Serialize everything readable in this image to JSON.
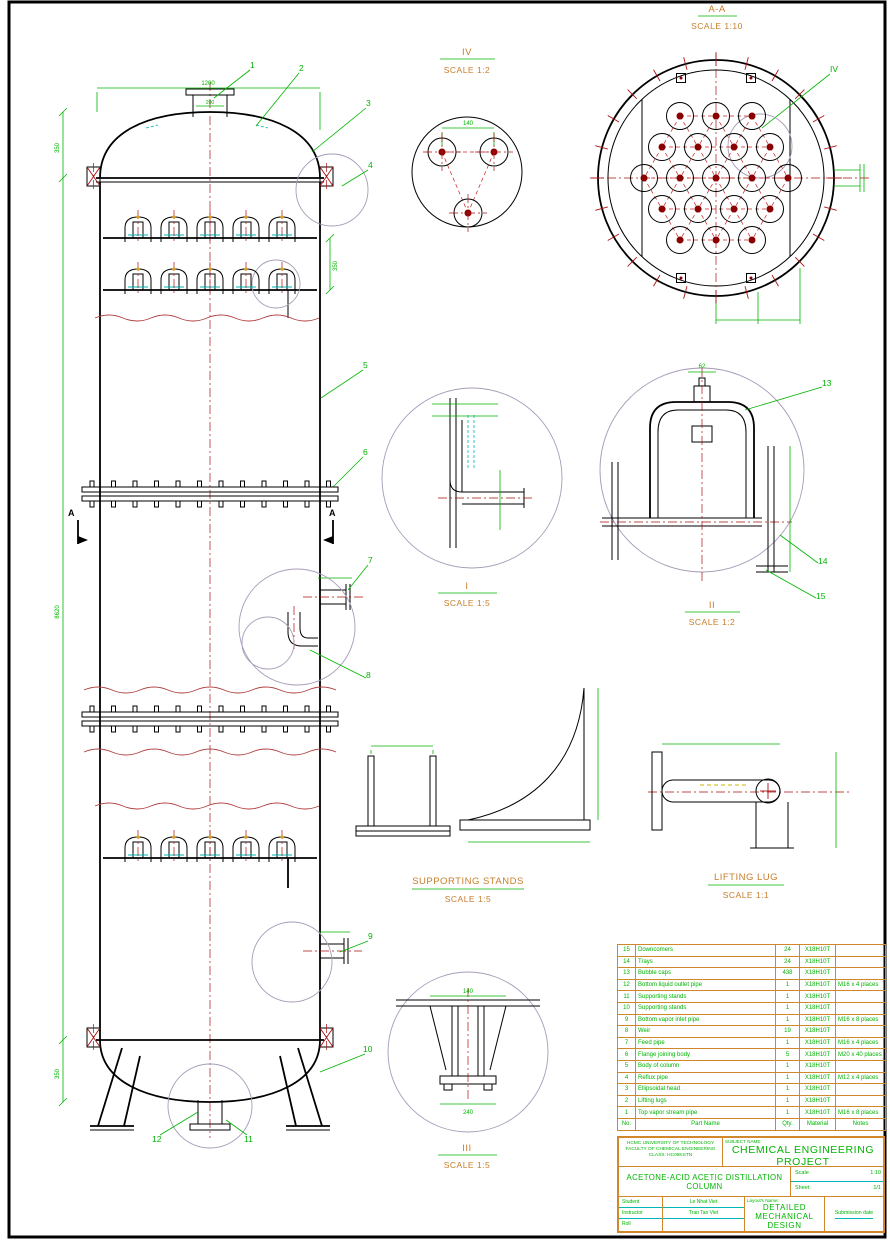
{
  "colors": {
    "dimension_green": "#00b400",
    "label_orange": "#c87d2a",
    "centerline_red": "#aa1111",
    "accent_cyan": "#00b6b6",
    "line_black": "#000000"
  },
  "views": {
    "section_aa": {
      "name": "A-A",
      "scale": "SCALE 1:10",
      "ref_label": "IV"
    },
    "detail_iv": {
      "name": "IV",
      "scale": "SCALE 1:2"
    },
    "detail_i": {
      "name": "I",
      "scale": "SCALE 1:5"
    },
    "detail_ii": {
      "name": "II",
      "scale": "SCALE 1:2"
    },
    "detail_iii": {
      "name": "III",
      "scale": "SCALE 1:5"
    },
    "supporting_stands": {
      "name": "SUPPORTING STANDS",
      "scale": "SCALE 1:5"
    },
    "lifting_lug": {
      "name": "LIFTING LUG",
      "scale": "SCALE 1:1"
    },
    "section_mark": "A"
  },
  "callouts": [
    "1",
    "2",
    "3",
    "4",
    "5",
    "6",
    "7",
    "8",
    "9",
    "10",
    "11",
    "12",
    "13",
    "14",
    "15"
  ],
  "dimensions": {
    "top_width": "1200",
    "top_nozzle": "200",
    "head_seg": "350",
    "shell_seg": "8620",
    "bottom_seg": "350",
    "tray_spacing": "350",
    "iv_pitch": "140",
    "ii_top": "62",
    "iii_top": "140",
    "iii_bottom": "240"
  },
  "parts_table": {
    "header": {
      "no": "No.",
      "name": "Part Name",
      "qty": "Qty.",
      "material": "Material",
      "notes": "Notes"
    },
    "rows": [
      {
        "no": "15",
        "name": "Downcomers",
        "qty": "24",
        "material": "X18H10T",
        "notes": ""
      },
      {
        "no": "14",
        "name": "Trays",
        "qty": "24",
        "material": "X18H10T",
        "notes": ""
      },
      {
        "no": "13",
        "name": "Bubble caps",
        "qty": "438",
        "material": "X18H10T",
        "notes": ""
      },
      {
        "no": "12",
        "name": "Bottom liquid outlet pipe",
        "qty": "1",
        "material": "X18H10T",
        "notes": "M16 x 4 places"
      },
      {
        "no": "11",
        "name": "Supporting stands",
        "qty": "1",
        "material": "X18H10T",
        "notes": ""
      },
      {
        "no": "10",
        "name": "Supporting stands",
        "qty": "1",
        "material": "X18H10T",
        "notes": ""
      },
      {
        "no": "9",
        "name": "Bottom vapor inlet pipe",
        "qty": "1",
        "material": "X18H10T",
        "notes": "M16 x 8 places"
      },
      {
        "no": "8",
        "name": "Weir",
        "qty": "19",
        "material": "X18H10T",
        "notes": ""
      },
      {
        "no": "7",
        "name": "Feed pipe",
        "qty": "1",
        "material": "X18H10T",
        "notes": "M16 x 4 places"
      },
      {
        "no": "6",
        "name": "Flange joining body",
        "qty": "5",
        "material": "X18H10T",
        "notes": "M20 x 40 places"
      },
      {
        "no": "5",
        "name": "Body of column",
        "qty": "1",
        "material": "X18H10T",
        "notes": ""
      },
      {
        "no": "4",
        "name": "Reflux pipe",
        "qty": "1",
        "material": "X18H10T",
        "notes": "M12 x 4 places"
      },
      {
        "no": "3",
        "name": "Ellipsoidal head",
        "qty": "1",
        "material": "X18H10T",
        "notes": ""
      },
      {
        "no": "2",
        "name": "Lifting lugs",
        "qty": "1",
        "material": "X18H10T",
        "notes": ""
      },
      {
        "no": "1",
        "name": "Top vapor stream pipe",
        "qty": "1",
        "material": "X18H10T",
        "notes": "M16 x 8 places"
      }
    ]
  },
  "title_block": {
    "university": "HCMC UNIVERSITY OF TECHNOLOGY",
    "faculty": "FACULTY OF CHEMICAL ENGINEERING",
    "class_line": "CLASS: HC08KSTN",
    "subject_label": "SUBJECT NAME:",
    "subject": "CHEMICAL ENGINEERING PROJECT",
    "drawing_title": "ACETONE-ACID ACETIC DISTILLATION COLUMN",
    "scale_label": "Scale",
    "scale_value": "1:10",
    "sheet_label": "Sheet",
    "sheet_value": "1/1",
    "student_label": "Student",
    "student_name": "Le Nhat Viet",
    "instructor_label": "Instructor",
    "instructor_name": "Tran Tan Viet",
    "roll_label": "Roll",
    "layout_label": "Layout's Name:",
    "layout_name_line1": "DETAILED",
    "layout_name_line2": "MECHANICAL DESIGN",
    "submission_label": "Submission date"
  }
}
